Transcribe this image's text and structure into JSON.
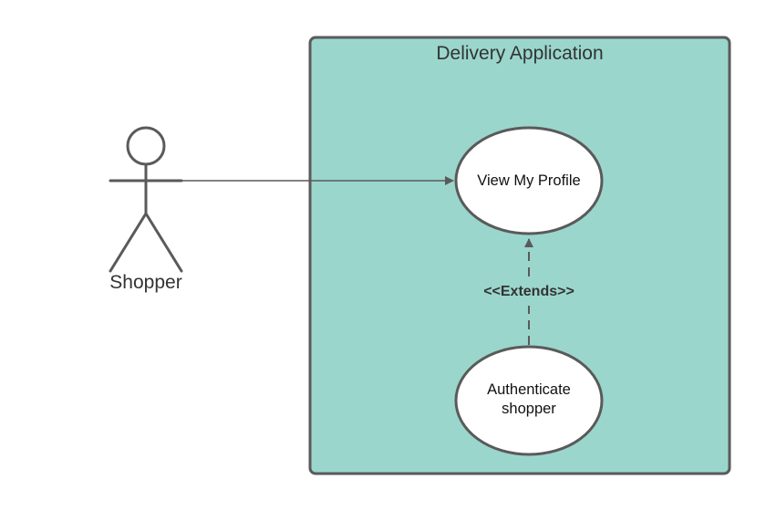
{
  "system": {
    "title": "Delivery Application",
    "fill_color": "#9AD6CC",
    "border_color": "#5A5A5A"
  },
  "actor": {
    "name": "Shopper",
    "stroke_color": "#5A5A5A"
  },
  "use_cases": [
    {
      "id": "view-profile",
      "lines": [
        "View My Profile"
      ]
    },
    {
      "id": "authenticate",
      "lines": [
        "Authenticate",
        "shopper"
      ]
    }
  ],
  "relations": [
    {
      "type": "association",
      "from": "Shopper",
      "to": "View My Profile"
    },
    {
      "type": "extends",
      "label": "<<Extends>>",
      "from": "Authenticate shopper",
      "to": "View My Profile"
    }
  ]
}
